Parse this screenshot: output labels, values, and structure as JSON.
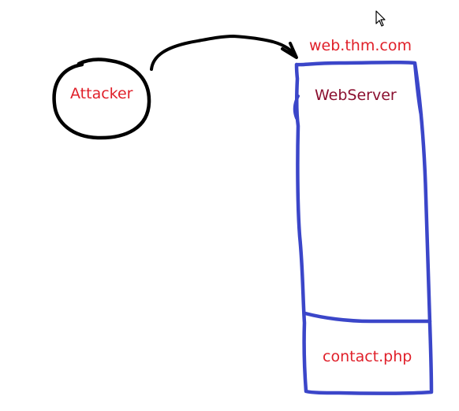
{
  "diagram": {
    "attacker": {
      "label": "Attacker"
    },
    "host": {
      "label": "web.thm.com"
    },
    "server": {
      "label": "WebServer"
    },
    "page": {
      "label": "contact.php"
    }
  },
  "colors": {
    "background": "#ffffff",
    "node_outline": "#000000",
    "server_outline": "#3b46c9",
    "label_red": "#e0202a",
    "label_dark_red": "#8b1030"
  },
  "icons": {
    "cursor": "mouse-pointer-icon"
  }
}
